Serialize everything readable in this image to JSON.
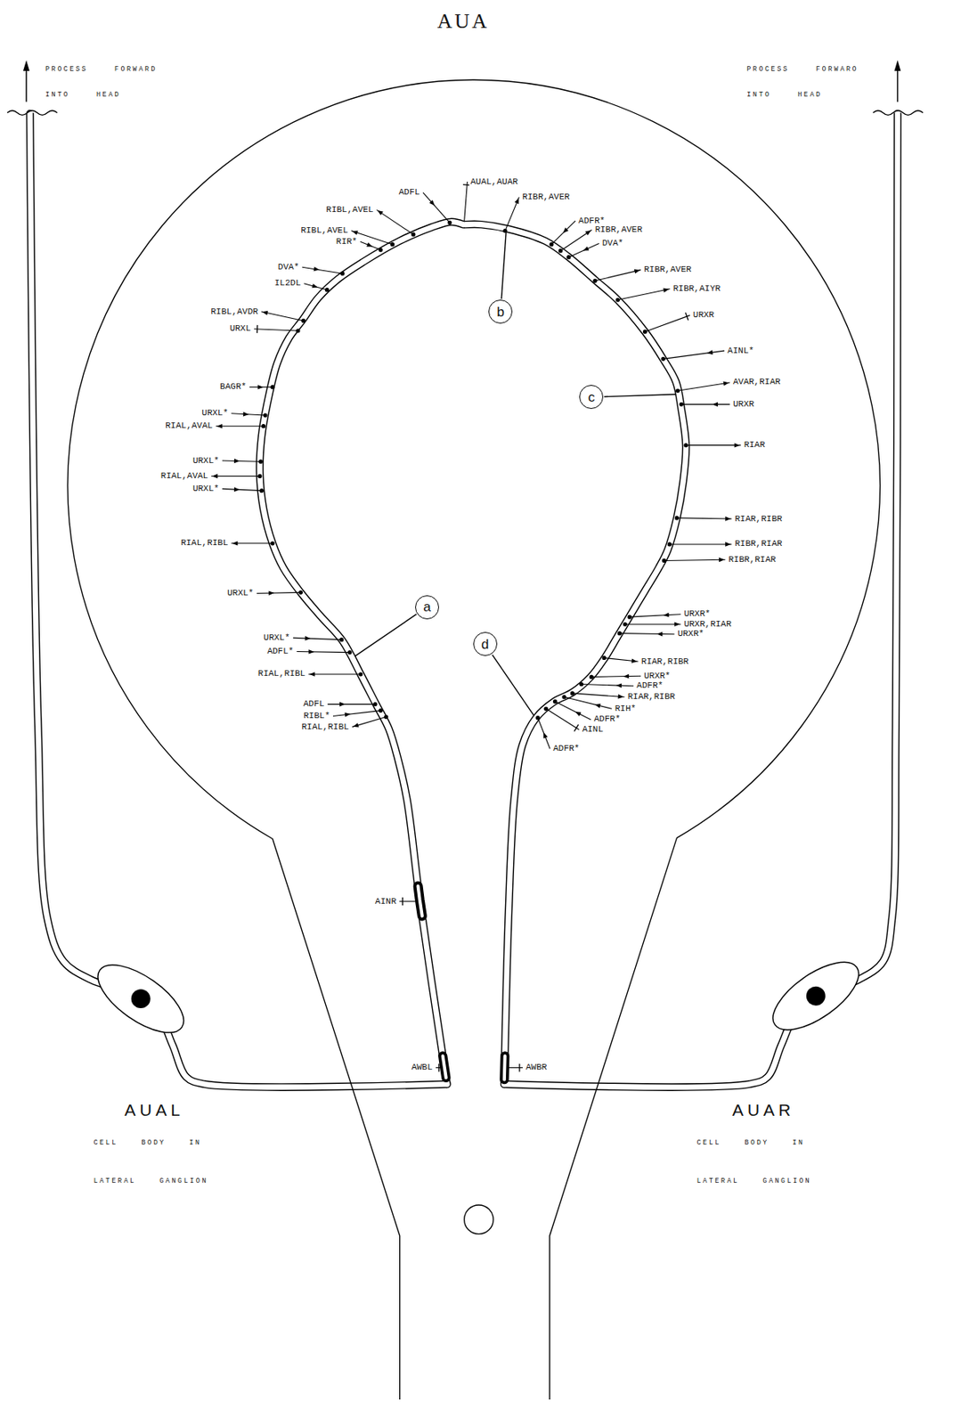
{
  "diagram": {
    "title": "AUA",
    "nodes": [
      {
        "text": [
          "b"
        ]
      },
      {
        "text": [
          "c"
        ]
      },
      {
        "text": [
          "a"
        ]
      },
      {
        "text": [
          "d"
        ]
      }
    ],
    "labels": [
      "PROCESS FORWARD INTO HEAD",
      "PROCESS FORWARO INTO HEAD",
      "ADFL",
      "RIBL,AVEL",
      "RIBL,AVEL",
      "RIR*",
      "DVA*",
      "IL2DL",
      "RIBL,AVDR",
      "URXL",
      "BAGR*",
      "URXL*",
      "RIAL,AVAL",
      "URXL*",
      "RIAL,AVAL",
      "URXL*",
      "RIAL,RIBL",
      "URXL*",
      "URXL*",
      "ADFL*",
      "RIAL,RIBL",
      "ADFL",
      "RIBL*",
      "RIAL,RIBL",
      "AINR",
      "AWBL",
      "AUAL,AUAR",
      "RIBR,AVER",
      "ADFR*",
      "RIBR,AVER",
      "DVA*",
      "RIBR,AVER",
      "RIBR,AIYR",
      "URXR",
      "AINL*",
      "AVAR,RIAR",
      "URXR",
      "RIAR",
      "RIAR,RIBR",
      "RIBR,RIAR",
      "RIBR,RIAR",
      "URXR*",
      "URXR,RIAR",
      "URXR*",
      "RIAR,RIBR",
      "URXR*",
      "ADFR*",
      "RIAR,RIBR",
      "RIH*",
      "ADFR*",
      "AINL",
      "ADFR*",
      "AWBR",
      "AUAL",
      "CELL BODY IN LATERAL GANGLION",
      "AUAR",
      "CELL BODY IN LATERAL GANGLION"
    ]
  }
}
